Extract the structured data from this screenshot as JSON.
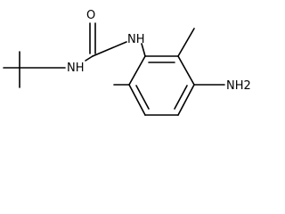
{
  "molecule": {
    "atoms": {
      "carbonyl_oxygen": "O",
      "amide_nh_right": "NH",
      "amide_nh_left": "NH",
      "amine": "NH2"
    }
  }
}
